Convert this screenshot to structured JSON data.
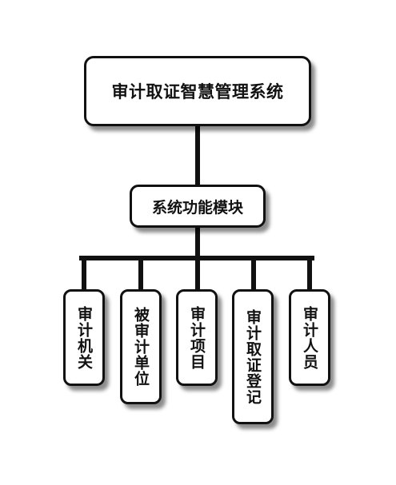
{
  "diagram": {
    "root": {
      "label": "审计取证智慧管理系统"
    },
    "module": {
      "label": "系统功能模块"
    },
    "children": [
      {
        "label": "审计机关"
      },
      {
        "label": "被审计单位"
      },
      {
        "label": "审计项目"
      },
      {
        "label": "审计取证登记"
      },
      {
        "label": "审计人员"
      }
    ],
    "colors": {
      "line": "#111111",
      "node_border": "#111111",
      "node_fill": "#ffffff",
      "text": "#111111"
    }
  }
}
